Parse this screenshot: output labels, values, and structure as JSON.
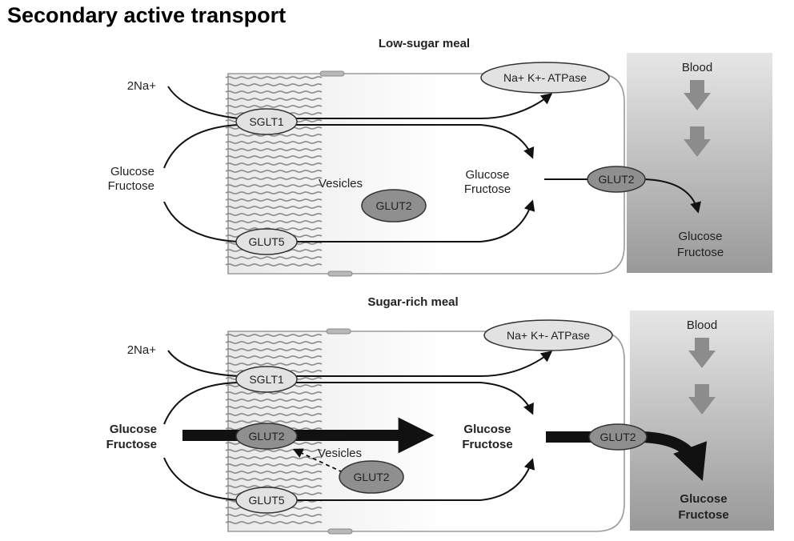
{
  "title": "Secondary active transport",
  "panels": [
    {
      "heading": "Low-sugar meal",
      "sodium": "2Na+",
      "sugar_left": [
        "Glucose",
        "Fructose"
      ],
      "sglt1": "SGLT1",
      "glut5": "GLUT5",
      "vesicles": "Vesicles",
      "vesicle_glut2": "GLUT2",
      "sugar_mid": [
        "Glucose",
        "Fructose"
      ],
      "basolateral_glut2": "GLUT2",
      "atpase": "Na+ K+- ATPase",
      "blood": "Blood",
      "sugar_blood": [
        "Glucose",
        "Fructose"
      ]
    },
    {
      "heading": "Sugar-rich meal",
      "sodium": "2Na+",
      "sugar_left": [
        "Glucose",
        "Fructose"
      ],
      "sglt1": "SGLT1",
      "apical_glut2": "GLUT2",
      "glut5": "GLUT5",
      "vesicles": "Vesicles",
      "vesicle_glut2": "GLUT2",
      "sugar_mid": [
        "Glucose",
        "Fructose"
      ],
      "basolateral_glut2": "GLUT2",
      "atpase": "Na+ K+- ATPase",
      "blood": "Blood",
      "sugar_blood": [
        "Glucose",
        "Fructose"
      ]
    }
  ],
  "colors": {
    "blood_top": "#e4e4e4",
    "blood_bottom": "#9a9a9a",
    "oval_light": "#e2e2e2",
    "oval_dark": "#8f8f8f",
    "arrow_grey": "#8c8c8c",
    "line": "#111111"
  }
}
